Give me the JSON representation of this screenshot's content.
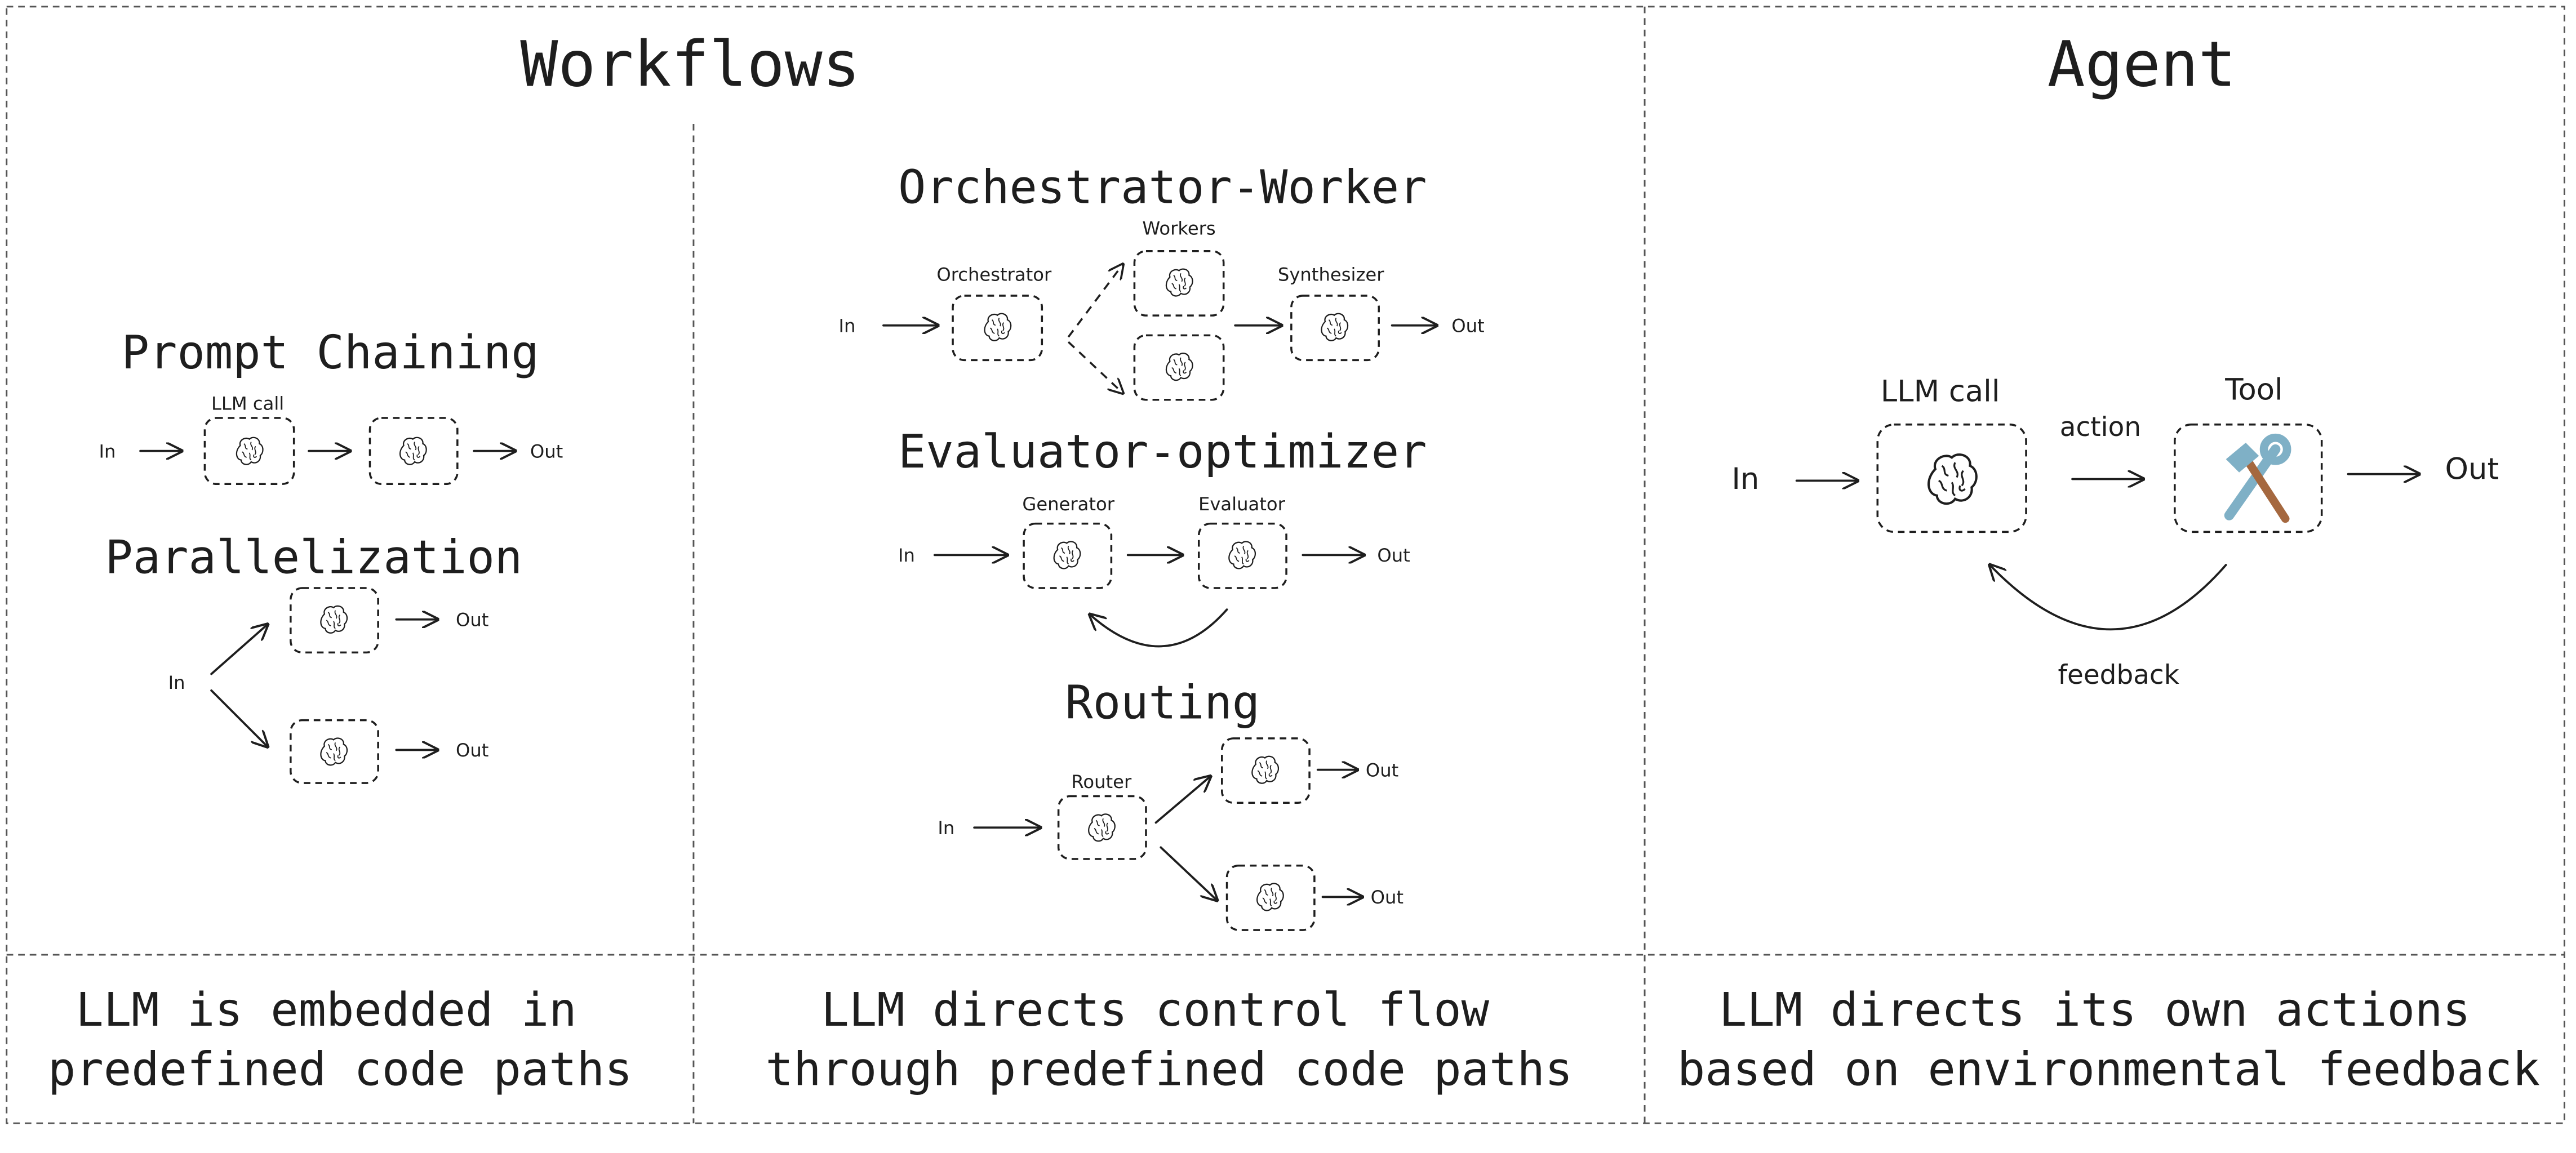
{
  "headers": {
    "workflows": "Workflows",
    "agent": "Agent"
  },
  "prompt_chaining": {
    "title": "Prompt Chaining",
    "llm_label": "LLM call",
    "in": "In",
    "out": "Out"
  },
  "parallelization": {
    "title": "Parallelization",
    "in": "In",
    "out1": "Out",
    "out2": "Out"
  },
  "orchestrator_worker": {
    "title": "Orchestrator-Worker",
    "orchestrator": "Orchestrator",
    "workers": "Workers",
    "synthesizer": "Synthesizer",
    "in": "In",
    "out": "Out"
  },
  "evaluator_optimizer": {
    "title": "Evaluator-optimizer",
    "generator": "Generator",
    "evaluator": "Evaluator",
    "in": "In",
    "out": "Out"
  },
  "routing": {
    "title": "Routing",
    "router": "Router",
    "in": "In",
    "out1": "Out",
    "out2": "Out"
  },
  "agent": {
    "in": "In",
    "llm_label": "LLM call",
    "action": "action",
    "tool": "Tool",
    "out": "Out",
    "feedback": "feedback"
  },
  "captions": {
    "left": [
      "LLM is embedded in",
      "predefined code paths"
    ],
    "middle": [
      "LLM directs control flow",
      "through predefined code paths"
    ],
    "right": [
      "LLM directs its own actions",
      "based on environmental feedback"
    ]
  },
  "icons": {
    "llm": "brain-icon",
    "tool": "hammer-wrench-icon"
  },
  "colors": {
    "ink": "#1e1e1e",
    "tool_metal": "#7fb0c6",
    "tool_handle": "#a5683f"
  }
}
